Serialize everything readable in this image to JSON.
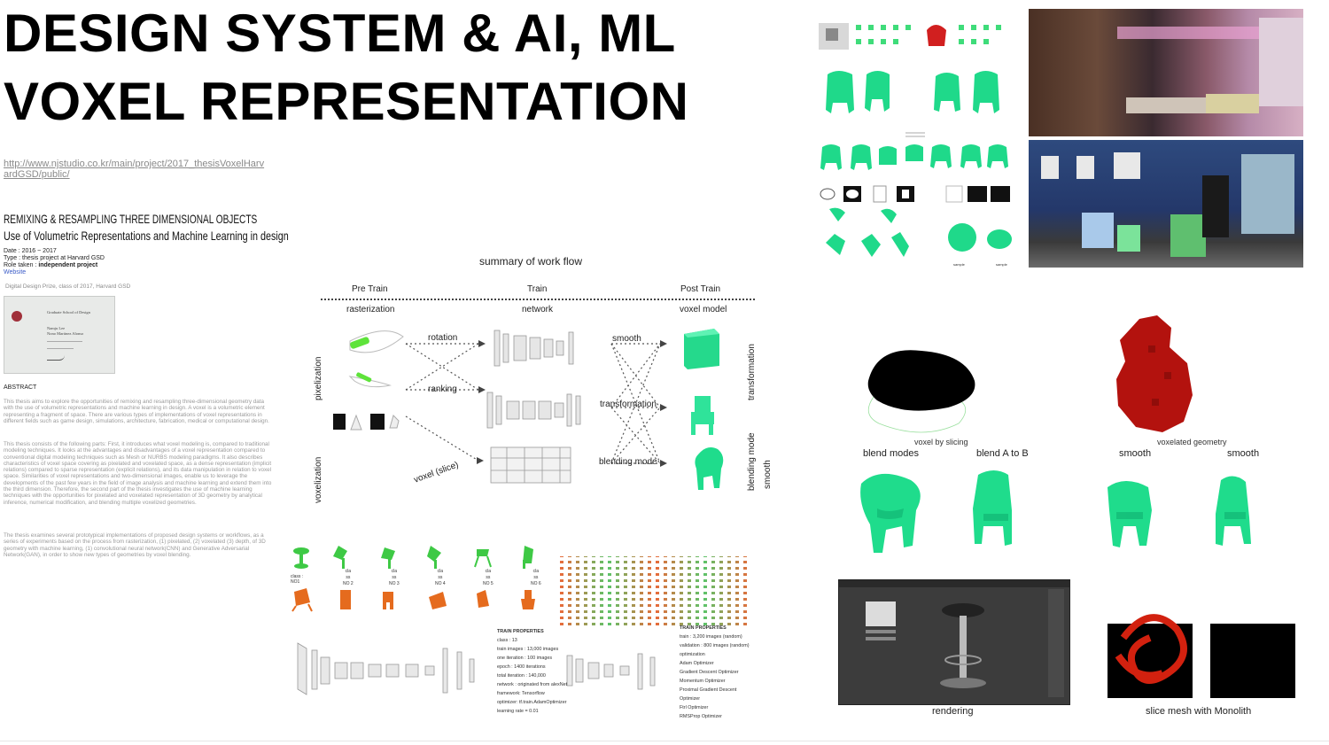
{
  "header": {
    "title_line1": "DESIGN SYSTEM & AI, ML",
    "title_line2": "VOXEL REPRESENTATION",
    "url": "http://www.njstudio.co.kr/main/project/2017_thesisVoxelHarvardGSD/public/"
  },
  "project": {
    "heading": "REMIXING & RESAMPLING THREE DIMENSIONAL OBJECTS",
    "subheading": "Use of Volumetric Representations and Machine Learning in design",
    "date": "Date : 2016 ~ 2017",
    "type": "Type : thesis project at Harvard GSD",
    "role_label": "Role taken : ",
    "role_value": "independent project",
    "website": "Website",
    "prize": "Digital Design Prize, class of 2017, Harvard GSD"
  },
  "certificate": {
    "school": "Graduate School of Design",
    "name1": "Namju Lee",
    "name2": "Nono Martinez Alonso"
  },
  "abstract": {
    "heading": "ABSTRACT",
    "p1": "This thesis aims to explore the opportunities of remixing and resampling three-dimensional geometry data with the use of volumetric representations and machine learning in design. A voxel is a volumetric element representing a fragment of space. There are various types of implementations of voxel representations in different fields such as game design, simulations, architecture, fabrication, medical or computational design.",
    "p2": "This thesis consists of the following parts: First, it introduces what voxel modeling is, compared to traditional modeling techniques. It looks at the advantages and disadvantages of a voxel representation compared to conventional digital modeling techniques such as Mesh or NURBS modeling paradigms. It also describes characteristics of voxel space covering as pixelated and voxelated space, as a dense representation (implicit relations) compared to sparse representation (explicit relations), and its data manipulation in relation to voxel space. Similarities of voxel representations and two-dimensional images, enable us to leverage the developments of the past few years in the field of image analysis and machine learning and extend them into the third dimension. Therefore, the second part of the thesis investigates the use of machine learning techniques with the opportunities for pixelated and voxelated representation of 3D geometry by analytical inference, numerical modification, and blending multiple voxelized geometries.",
    "p3": "The thesis examines several prototypical implementations of proposed design systems or workflows, as a series of experiments based on the process from rasterization, (1) pixelated, (2) voxelated (3) depth, of 3D geometry with machine learning, (1) convolutional neural network(CNN) and Generative Adversarial Network(GAN), in order to show new types of geometries by voxel blending."
  },
  "workflow": {
    "title": "summary of work flow",
    "col_pre": "Pre Train",
    "col_train": "Train",
    "col_post": "Post Train",
    "sub_raster": "rasterization",
    "sub_network": "network",
    "sub_voxel": "voxel model",
    "label_rotation": "rotation",
    "label_ranking": "ranking",
    "label_voxel_slice": "voxel (slice)",
    "label_smooth": "smooth",
    "label_transformation": "transformation",
    "label_blending": "blending mode",
    "side_pixelization": "pixelization",
    "side_voxelization": "voxelization",
    "side_transformation": "transformation",
    "side_blending": "blending mode",
    "side_smooth": "smooth"
  },
  "classes": {
    "class_label": "class :",
    "class_value": "NO1",
    "items": [
      {
        "name": "cla",
        "sub": "ss",
        "no": "NO 2"
      },
      {
        "name": "cla",
        "sub": "ss",
        "no": "NO 3"
      },
      {
        "name": "cla",
        "sub": "ss",
        "no": "NO 4"
      },
      {
        "name": "cla",
        "sub": "ss",
        "no": "NO 5"
      },
      {
        "name": "cla",
        "sub": "ss",
        "no": "NO 6"
      }
    ]
  },
  "train1": {
    "heading": "TRAIN PROPERTIES",
    "lines": [
      "class : 13",
      "train images : 13,000 images",
      "one iteration : 100 images",
      "epoch : 1400 iterations",
      "total iteration : 140,000",
      "network : originated from alexNet",
      "framework: Tensorflow",
      "optimizer: tf.train.AdamOptimizer",
      "learning rate = 0.01"
    ]
  },
  "train2": {
    "heading": "TRAIN PROPERTIES",
    "lines": [
      "train : 3,200 images (random)",
      "validation : 800 images (random)",
      "optimization",
      "Adam Optimizer",
      "Gradient Descent Optimizer",
      "Momentum Optimizer",
      "Proximal Gradient Descent",
      "Optimizer",
      "Ftrl Optimizer",
      "RMSProp Optimizer"
    ]
  },
  "captions": {
    "voxel_by_slicing": "voxel by slicing",
    "voxelated_geometry": "voxelated geometry",
    "blend_modes": "blend modes",
    "blend_a_to_b": "blend A to B",
    "smooth1": "smooth",
    "smooth2": "smooth",
    "rendering": "rendering",
    "slice_mesh": "slice mesh with Monolith"
  },
  "small": {
    "sample_left": "sample",
    "sample_right": "sample"
  },
  "colors": {
    "accent_green": "#2fe39a",
    "voxel_red": "#b3120e",
    "link_blue": "#3a5bc7"
  }
}
